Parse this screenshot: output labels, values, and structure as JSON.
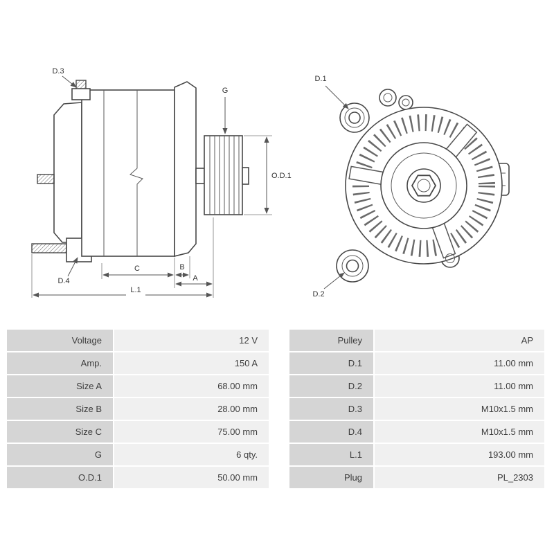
{
  "diagram": {
    "labels": {
      "d3": "D.3",
      "d4": "D.4",
      "g": "G",
      "od1": "O.D.1",
      "c": "C",
      "b": "B",
      "a": "A",
      "l1": "L.1",
      "d1": "D.1",
      "d2": "D.2"
    }
  },
  "table": {
    "left": {
      "rows": [
        {
          "label": "Voltage",
          "value": "12 V"
        },
        {
          "label": "Amp.",
          "value": "150 A"
        },
        {
          "label": "Size A",
          "value": "68.00 mm"
        },
        {
          "label": "Size B",
          "value": "28.00 mm"
        },
        {
          "label": "Size C",
          "value": "75.00 mm"
        },
        {
          "label": "G",
          "value": "6 qty."
        },
        {
          "label": "O.D.1",
          "value": "50.00 mm"
        }
      ]
    },
    "right": {
      "rows": [
        {
          "label": "Pulley",
          "value": "AP"
        },
        {
          "label": "D.1",
          "value": "11.00 mm"
        },
        {
          "label": "D.2",
          "value": "11.00 mm"
        },
        {
          "label": "D.3",
          "value": "M10x1.5 mm"
        },
        {
          "label": "D.4",
          "value": "M10x1.5 mm"
        },
        {
          "label": "L.1",
          "value": "193.00 mm"
        },
        {
          "label": "Plug",
          "value": "PL_2303"
        }
      ]
    }
  },
  "colors": {
    "label_cell_bg": "#d5d5d5",
    "value_cell_bg": "#f0f0f0",
    "line": "#474747",
    "text": "#3d3d3d"
  }
}
